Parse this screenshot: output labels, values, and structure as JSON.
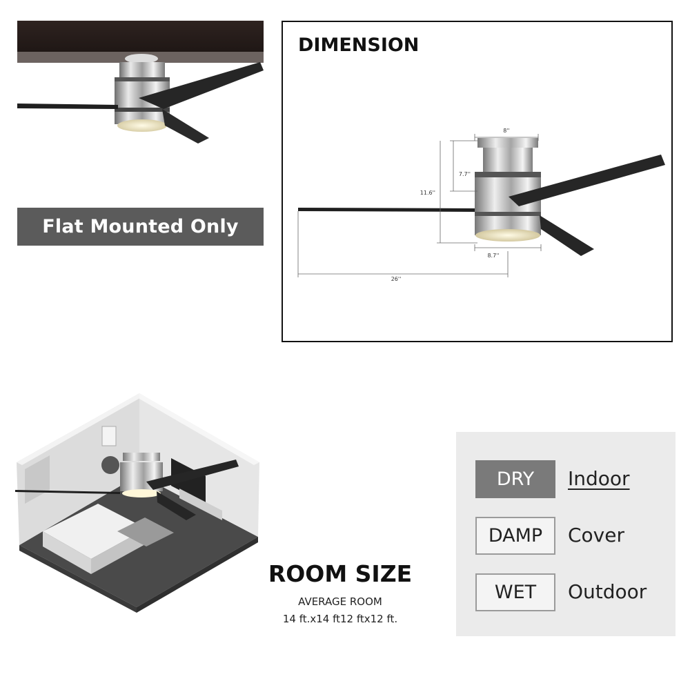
{
  "banner": {
    "label": "Flat Mounted Only"
  },
  "dimension": {
    "title": "DIMENSION",
    "labels": {
      "width_top": "8''",
      "height_body": "7.7''",
      "height_total": "11.6''",
      "width_bottom": "8.7''",
      "blade_span": "26''"
    }
  },
  "room": {
    "title": "ROOM SIZE",
    "subtitle": "AVERAGE ROOM",
    "dims": "14 ft.x14 ft12 ftx12 ft."
  },
  "ratings": [
    {
      "rating": "DRY",
      "location": "Indoor",
      "active": true
    },
    {
      "rating": "DAMP",
      "location": "Cover",
      "active": false
    },
    {
      "rating": "WET",
      "location": "Outdoor",
      "active": false
    }
  ],
  "colors": {
    "banner_bg": "#5b5b5b",
    "panel_bg": "#ebebeb",
    "active_box": "#7a7a7a",
    "blade": "#1f1f1f",
    "ceiling_wood": "#2a201d"
  }
}
